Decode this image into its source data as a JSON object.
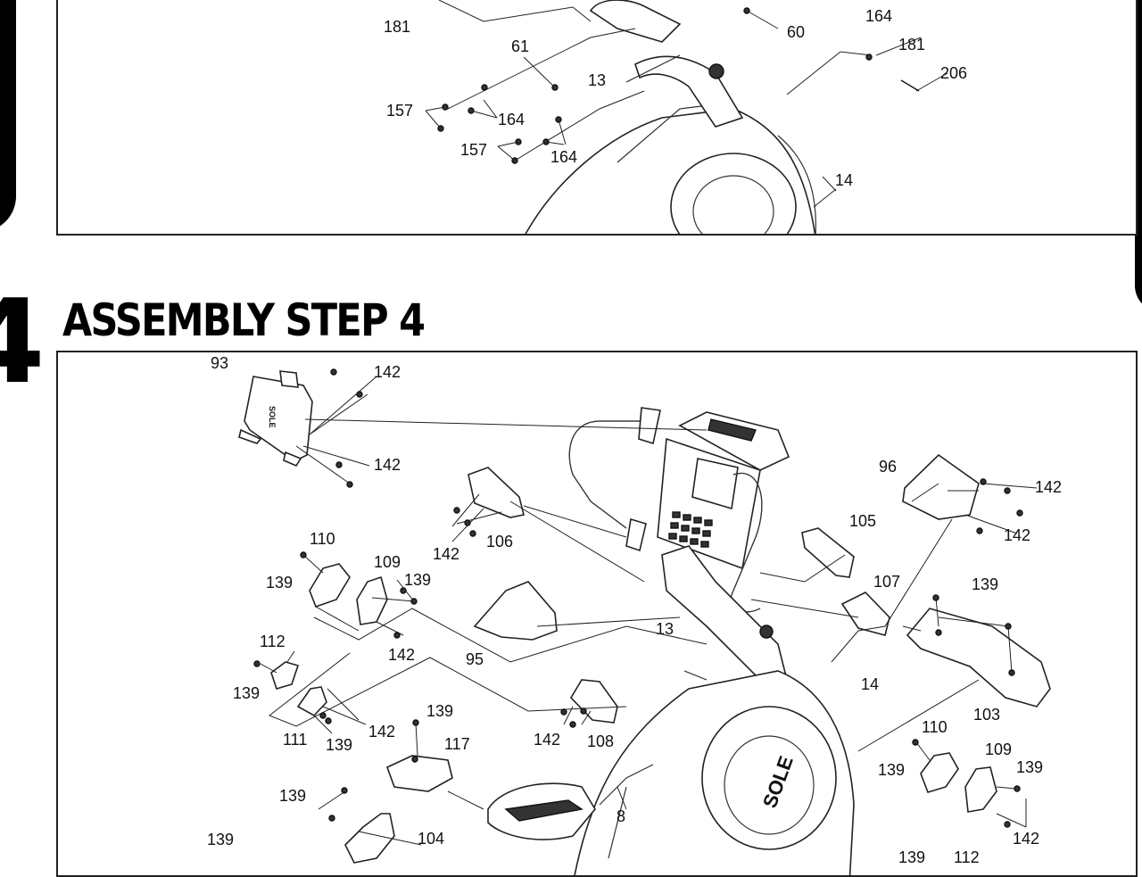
{
  "document": {
    "section_title": "ASSEMBLY STEP 4",
    "step_number": "4",
    "brand_mark": "SOLE"
  },
  "step3_labels": {
    "l181a": "181",
    "l61": "61",
    "l13": "13",
    "l60": "60",
    "l164a": "164",
    "l181b": "181",
    "l206": "206",
    "l157a": "157",
    "l164b": "164",
    "l157b": "157",
    "l164c": "164",
    "l14": "14"
  },
  "step4_labels": {
    "l93": "93",
    "l142a": "142",
    "l142b": "142",
    "l96": "96",
    "l142c": "142",
    "l142d": "142",
    "l105": "105",
    "l106": "106",
    "l142e": "142",
    "l110a": "110",
    "l109a": "109",
    "l139a": "139",
    "l139b": "139",
    "l142f": "142",
    "l107": "107",
    "l139c": "139",
    "l112a": "112",
    "l95": "95",
    "l13": "13",
    "l14": "14",
    "l103": "103",
    "l139d": "139",
    "l111": "111",
    "l139e": "139",
    "l142g": "142",
    "l139f": "139",
    "l117": "117",
    "l142h": "142",
    "l108": "108",
    "l110b": "110",
    "l109b": "109",
    "l139g": "139",
    "l139h": "139",
    "l139i": "139",
    "l8": "8",
    "l142i": "142",
    "l139j": "139",
    "l104": "104",
    "l139k": "139",
    "l112b": "112"
  }
}
